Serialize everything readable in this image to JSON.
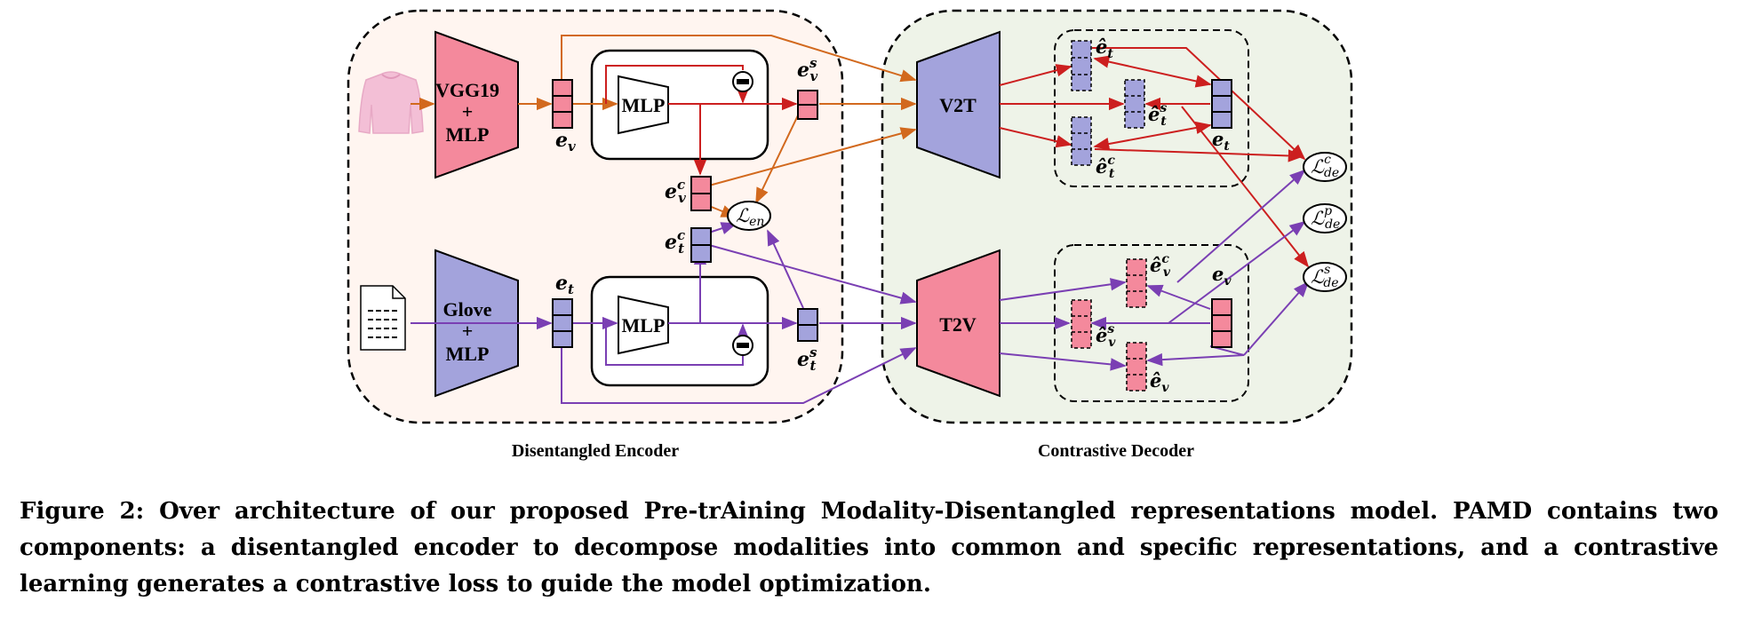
{
  "encoder": {
    "label": "Disentangled Encoder",
    "image_encoder": [
      "VGG19",
      "+",
      "MLP"
    ],
    "text_encoder": [
      "Glove",
      "+",
      "MLP"
    ],
    "mlp": "MLP",
    "vars": {
      "ev": "e",
      "ev_sub": "v",
      "et": "e",
      "et_sub": "t",
      "evs": "e",
      "evs_sup": "s",
      "evs_sub": "v",
      "evc": "e",
      "evc_sup": "c",
      "evc_sub": "v",
      "etc": "e",
      "etc_sup": "c",
      "etc_sub": "t",
      "ets": "e",
      "ets_sup": "s",
      "ets_sub": "t",
      "len": "ℒ",
      "len_sub": "en"
    }
  },
  "decoder": {
    "label": "Contrastive Decoder",
    "v2t": "V2T",
    "t2v": "T2V",
    "vars": {
      "hat_et": "ê",
      "hat_et_sub": "t",
      "hat_ets": "ê",
      "hat_ets_sup": "s",
      "hat_ets_sub": "t",
      "hat_etc": "ê",
      "hat_etc_sup": "c",
      "hat_etc_sub": "t",
      "et": "e",
      "et_sub": "t",
      "hat_evc": "ê",
      "hat_evc_sup": "c",
      "hat_evc_sub": "v",
      "hat_evs": "ê",
      "hat_evs_sup": "s",
      "hat_evs_sub": "v",
      "hat_ev": "ê",
      "hat_ev_sub": "v",
      "ev": "e",
      "ev_sub": "v"
    },
    "losses": {
      "c": "ℒ",
      "c_sup": "c",
      "c_sub": "de",
      "p": "ℒ",
      "p_sup": "p",
      "p_sub": "de",
      "s": "ℒ",
      "s_sup": "s",
      "s_sub": "de"
    }
  },
  "caption": "Figure 2: Over architecture of our proposed Pre-trAining Modality-Disentangled representations model. PAMD contains two components: a disentangled encoder to decompose modalities into common and specific representations, and a contrastive learning generates a contrastive loss to guide the model optimization.",
  "colors": {
    "orange": "#d2691e",
    "purple": "#7a3fb3",
    "red": "#cc1f1f",
    "pink": "#f4899c",
    "lavender": "#a3a3dc",
    "encoder_bg": "#fff5f0",
    "decoder_bg": "#eef3e8"
  },
  "icons": [
    "sweater-icon",
    "document-icon",
    "subtract-icon"
  ]
}
